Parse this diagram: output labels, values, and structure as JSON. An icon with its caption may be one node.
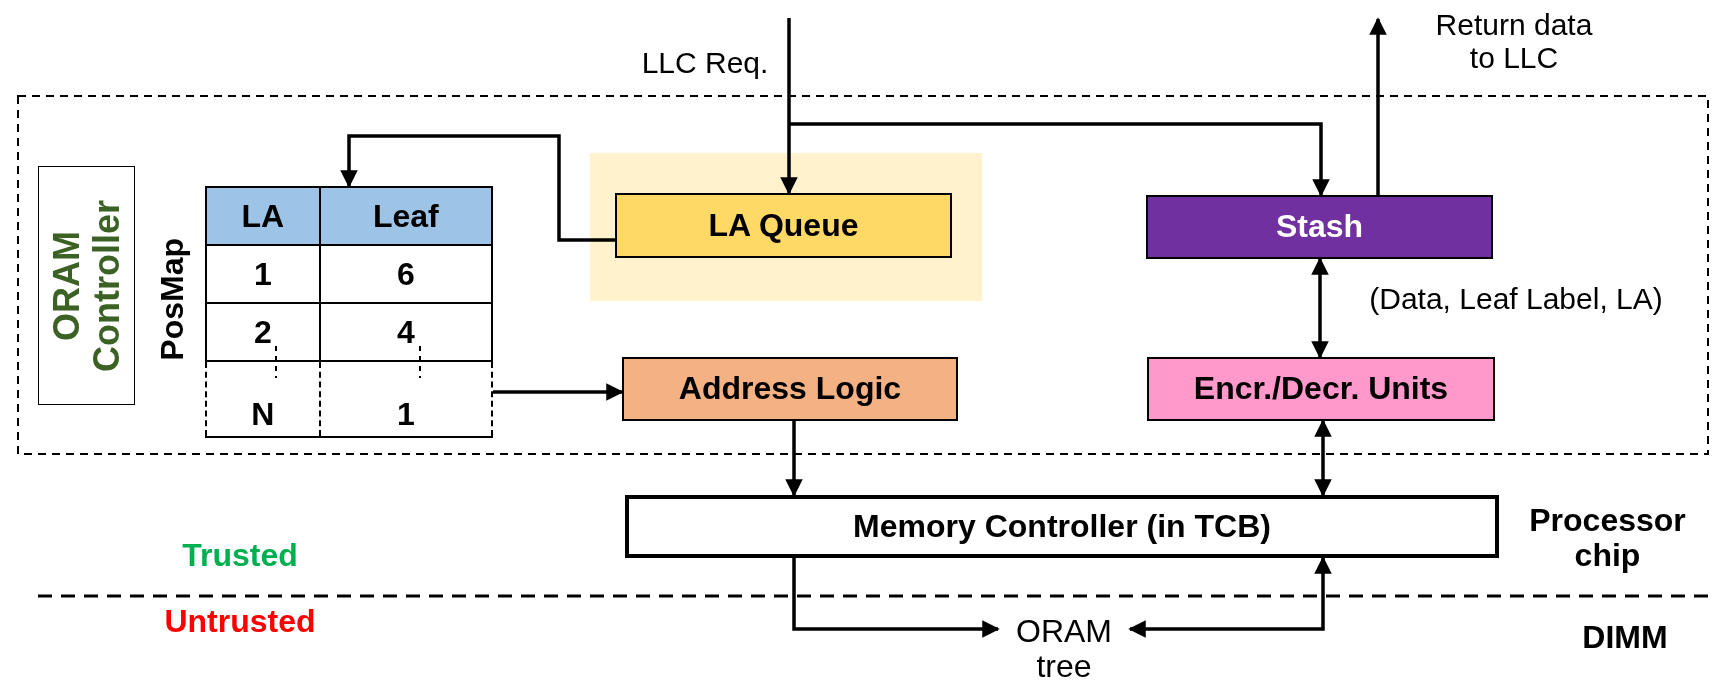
{
  "diagram": {
    "nodes": [
      {
        "text": [
          "ORAM Controller"
        ]
      },
      {
        "text": [
          "PosMap"
        ]
      },
      {
        "text": [],
        "shape": "box"
      },
      {
        "text": [
          "LA Queue"
        ],
        "in": 2
      },
      {
        "text": [
          "Stash"
        ]
      },
      {
        "text": [
          "Address Logic"
        ]
      },
      {
        "text": [
          "Encr./Decr. Units"
        ]
      },
      {
        "text": [
          "Memory Controller (in TCB)"
        ]
      },
      {
        "text": [
          "ORAM tree"
        ]
      }
    ],
    "edges": [
      {
        "from": null,
        "to": 3,
        "arrow": "to",
        "label": "LLC Req."
      },
      {
        "from": null,
        "to": 4,
        "arrow": "to"
      },
      {
        "from": 4,
        "to": null,
        "arrow": "to",
        "label": "Return data to LLC"
      },
      {
        "from": 3,
        "to": 1,
        "arrow": "to"
      },
      {
        "from": 1,
        "to": 5,
        "arrow": "to"
      },
      {
        "from": 4,
        "to": 6,
        "arrow": "both",
        "label": "(Data, Leaf Label, LA)"
      },
      {
        "from": 5,
        "to": 7,
        "arrow": "to"
      },
      {
        "from": 6,
        "to": 7,
        "arrow": "both"
      },
      {
        "from": 7,
        "to": 8,
        "arrow": "to"
      },
      {
        "from": 8,
        "to": 7,
        "arrow": "both"
      }
    ],
    "labels": [
      "LA",
      "Leaf",
      "1",
      "6",
      "2",
      "4",
      "N",
      "1",
      "Processor chip",
      "Trusted",
      "Untrusted",
      "DIMM"
    ]
  }
}
